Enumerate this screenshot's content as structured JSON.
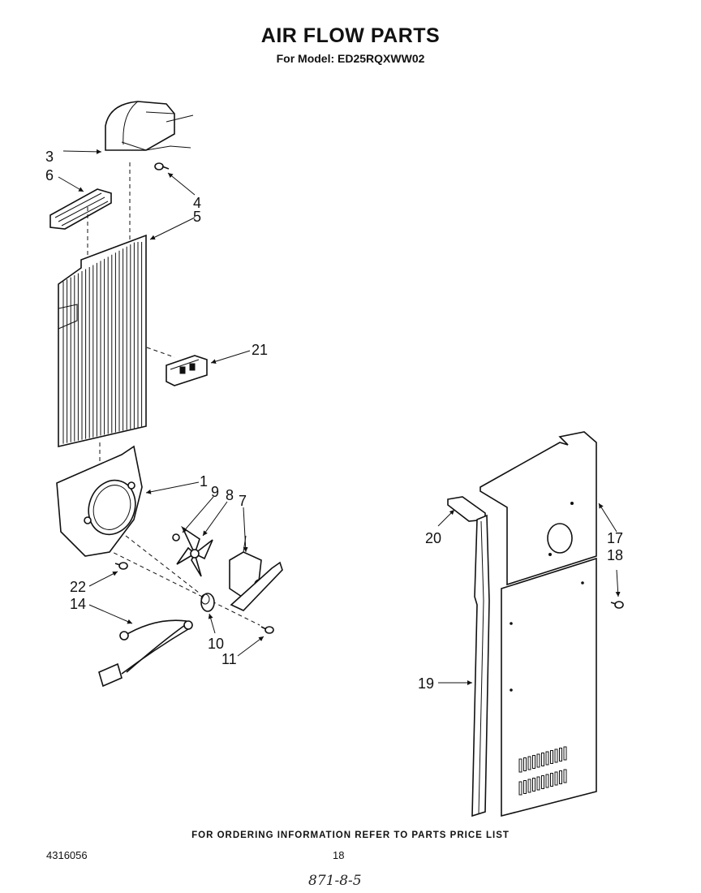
{
  "header": {
    "title": "AIR FLOW PARTS",
    "subtitle": "For Model: ED25RQXWW02"
  },
  "callouts": {
    "c1": "1",
    "c3": "3",
    "c4": "4",
    "c5": "5",
    "c6": "6",
    "c7": "7",
    "c8": "8",
    "c9": "9",
    "c10": "10",
    "c11": "11",
    "c14": "14",
    "c17": "17",
    "c18": "18",
    "c19": "19",
    "c20": "20",
    "c21": "21",
    "c22": "22"
  },
  "footer": {
    "ordering_note": "FOR ORDERING INFORMATION REFER TO PARTS PRICE LIST",
    "doc_number": "4316056",
    "page_number": "18",
    "handwritten_note": "871-8-5"
  }
}
